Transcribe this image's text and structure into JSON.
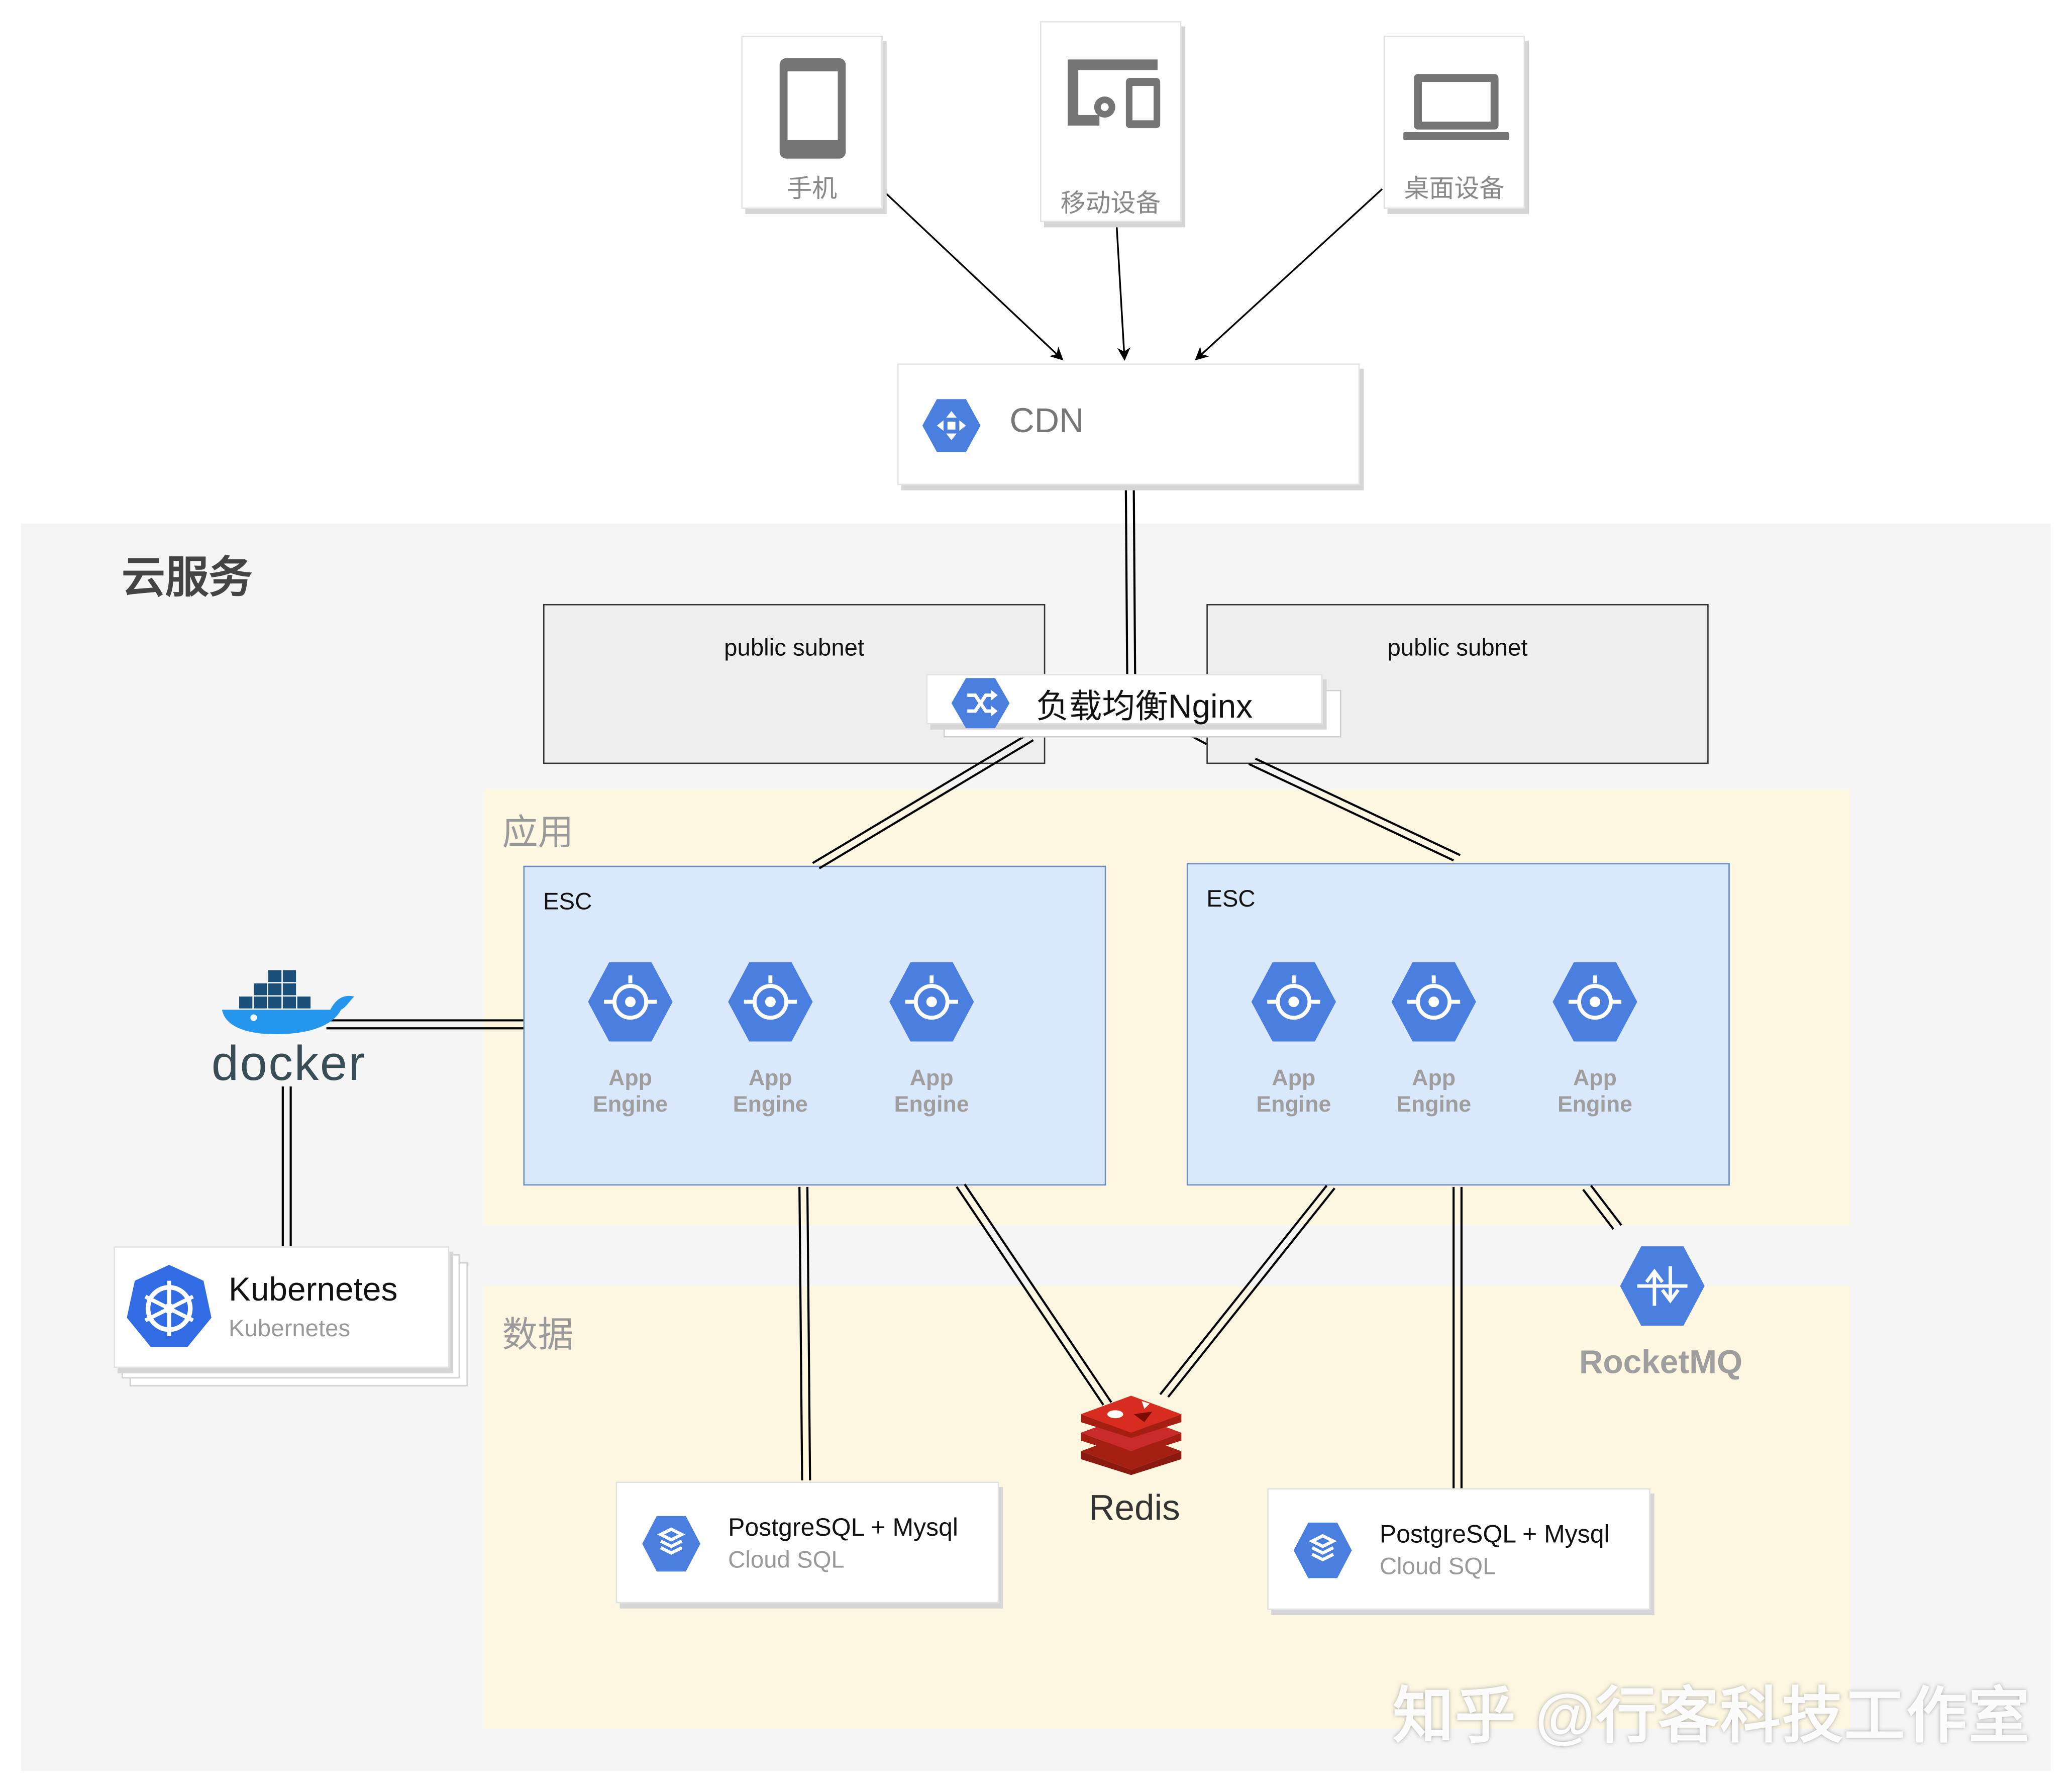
{
  "cloud": {
    "label": "云服务"
  },
  "devices": [
    {
      "label": "手机",
      "icon": "phone-icon"
    },
    {
      "label": "移动设备",
      "icon": "devices-icon"
    },
    {
      "label": "桌面设备",
      "icon": "laptop-icon"
    }
  ],
  "cdn": {
    "label": "CDN",
    "icon": "cdn-icon"
  },
  "subnets": {
    "left_label": "public subnet",
    "right_label": "public subnet"
  },
  "load_balancer": {
    "label": "负载均衡Nginx",
    "icon": "load-balancer-icon"
  },
  "app_band": {
    "label": "应用"
  },
  "data_band": {
    "label": "数据"
  },
  "esc_left": {
    "label": "ESC",
    "engines": [
      {
        "line1": "App",
        "line2": "Engine"
      },
      {
        "line1": "App",
        "line2": "Engine"
      },
      {
        "line1": "App",
        "line2": "Engine"
      }
    ]
  },
  "esc_right": {
    "label": "ESC",
    "engines": [
      {
        "line1": "App",
        "line2": "Engine"
      },
      {
        "line1": "App",
        "line2": "Engine"
      },
      {
        "line1": "App",
        "line2": "Engine"
      }
    ]
  },
  "docker": {
    "label": "docker",
    "icon": "docker-whale-icon"
  },
  "kubernetes": {
    "title": "Kubernetes",
    "subtitle": "Kubernetes",
    "icon": "kubernetes-helm-icon"
  },
  "rocketmq": {
    "label": "RocketMQ",
    "icon": "rocketmq-icon"
  },
  "redis": {
    "label": "Redis",
    "icon": "redis-icon"
  },
  "db_left": {
    "title": "PostgreSQL + Mysql",
    "subtitle": "Cloud SQL",
    "icon": "cloud-sql-icon"
  },
  "db_right": {
    "title": "PostgreSQL + Mysql",
    "subtitle": "Cloud SQL",
    "icon": "cloud-sql-icon"
  },
  "watermark": {
    "text": "知乎 @行客科技工作室"
  },
  "colors": {
    "gcp_blue": "#4a7fe0",
    "esc_fill": "#dae8fc",
    "band_fill": "#fdf7e1",
    "redis_red": "#c92b2b",
    "docker_blue": "#2496ed"
  }
}
